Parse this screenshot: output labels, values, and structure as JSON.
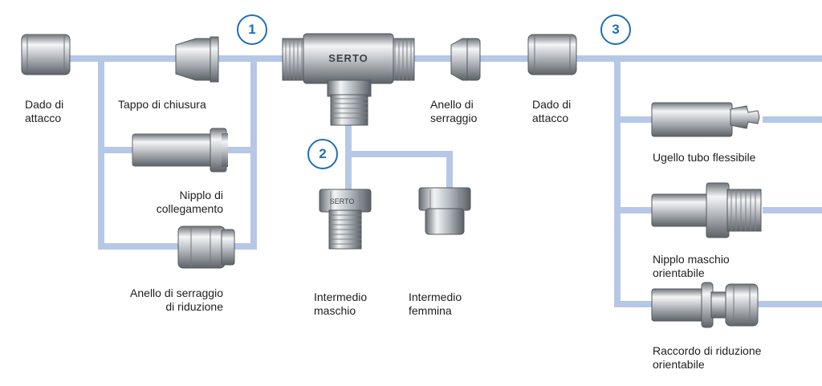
{
  "colors": {
    "line": "#b7c7e6",
    "accent": "#1f6fb3",
    "metal": "#c9ccd0",
    "text": "#1e1e1e"
  },
  "badges": {
    "b1": "1",
    "b2": "2",
    "b3": "3"
  },
  "labels": {
    "dado_left": [
      "Dado di",
      "attacco"
    ],
    "tappo": [
      "Tappo di chiusura"
    ],
    "nipplo_coll": [
      "Nipplo di",
      "collegamento"
    ],
    "anello_rid": [
      "Anello di serraggio",
      "di riduzione"
    ],
    "anello": [
      "Anello di",
      "serraggio"
    ],
    "dado_right": [
      "Dado di",
      "attacco"
    ],
    "int_maschio": [
      "Intermedio",
      "maschio"
    ],
    "int_femmina": [
      "Intermedio",
      "femmina"
    ],
    "ugello": [
      "Ugello tubo flessibile"
    ],
    "nipplo_masch": [
      "Nipplo maschio",
      "orientabile"
    ],
    "raccordo": [
      "Raccordo di riduzione",
      "orientabile"
    ]
  },
  "stamps": {
    "tee": "SERTO",
    "reducer": "SERTO"
  }
}
